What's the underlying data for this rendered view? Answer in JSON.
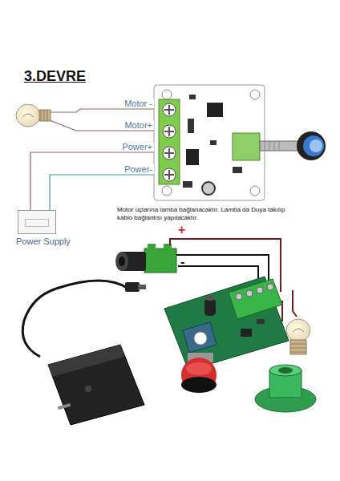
{
  "diagram": {
    "title": "3.DEVRE",
    "nodes": [
      {
        "text": [
          "Power Supply"
        ]
      }
    ],
    "labels": [
      "Motor -",
      "Motor+",
      "Power+",
      "Power-",
      "Motor uçlarına lamba bağlanacaktır. Lamba da Duya takılıp kablo bağlantısı yapılacaktır.",
      "+",
      "-"
    ]
  }
}
